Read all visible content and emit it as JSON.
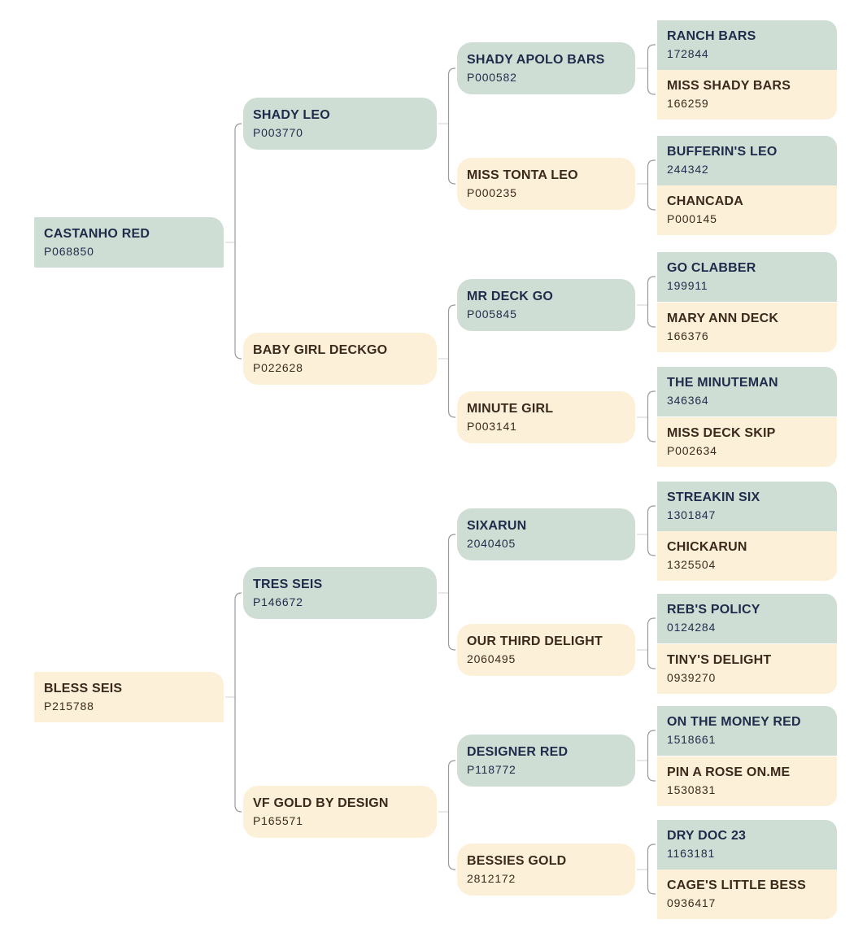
{
  "colors": {
    "sire": "#cfded4",
    "dam": "#fdf0d9",
    "sire_text": "#1f2b4a",
    "dam_text": "#3b2a1c",
    "line": "#9a9a9a"
  },
  "horses": [
    {
      "name": "CASTANHO RED",
      "reg": "P068850",
      "sire": {
        "name": "SHADY LEO",
        "reg": "P003770",
        "sire": {
          "name": "SHADY APOLO BARS",
          "reg": "P000582",
          "sire": {
            "name": "RANCH BARS",
            "reg": "172844"
          },
          "dam": {
            "name": "MISS SHADY BARS",
            "reg": "166259"
          }
        },
        "dam": {
          "name": "MISS TONTA LEO",
          "reg": "P000235",
          "sire": {
            "name": "BUFFERIN'S LEO",
            "reg": "244342"
          },
          "dam": {
            "name": "CHANCADA",
            "reg": "P000145"
          }
        }
      },
      "dam": {
        "name": "BABY GIRL DECKGO",
        "reg": "P022628",
        "sire": {
          "name": "MR DECK GO",
          "reg": "P005845",
          "sire": {
            "name": "GO CLABBER",
            "reg": "199911"
          },
          "dam": {
            "name": "MARY ANN DECK",
            "reg": "166376"
          }
        },
        "dam": {
          "name": "MINUTE GIRL",
          "reg": "P003141",
          "sire": {
            "name": "THE MINUTEMAN",
            "reg": "346364"
          },
          "dam": {
            "name": "MISS DECK SKIP",
            "reg": "P002634"
          }
        }
      }
    },
    {
      "name": "BLESS SEIS",
      "reg": "P215788",
      "sire": {
        "name": "TRES SEIS",
        "reg": "P146672",
        "sire": {
          "name": "SIXARUN",
          "reg": "2040405",
          "sire": {
            "name": "STREAKIN SIX",
            "reg": "1301847"
          },
          "dam": {
            "name": "CHICKARUN",
            "reg": "1325504"
          }
        },
        "dam": {
          "name": "OUR THIRD DELIGHT",
          "reg": "2060495",
          "sire": {
            "name": "REB'S POLICY",
            "reg": "0124284"
          },
          "dam": {
            "name": "TINY'S DELIGHT",
            "reg": "0939270"
          }
        }
      },
      "dam": {
        "name": "VF GOLD BY DESIGN",
        "reg": "P165571",
        "sire": {
          "name": "DESIGNER RED",
          "reg": "P118772",
          "sire": {
            "name": "ON THE MONEY RED",
            "reg": "1518661"
          },
          "dam": {
            "name": "PIN A ROSE ON.ME",
            "reg": "1530831"
          }
        },
        "dam": {
          "name": "BESSIES GOLD",
          "reg": "2812172",
          "sire": {
            "name": "DRY DOC 23",
            "reg": "1163181"
          },
          "dam": {
            "name": "CAGE'S LITTLE BESS",
            "reg": "0936417"
          }
        }
      }
    }
  ]
}
